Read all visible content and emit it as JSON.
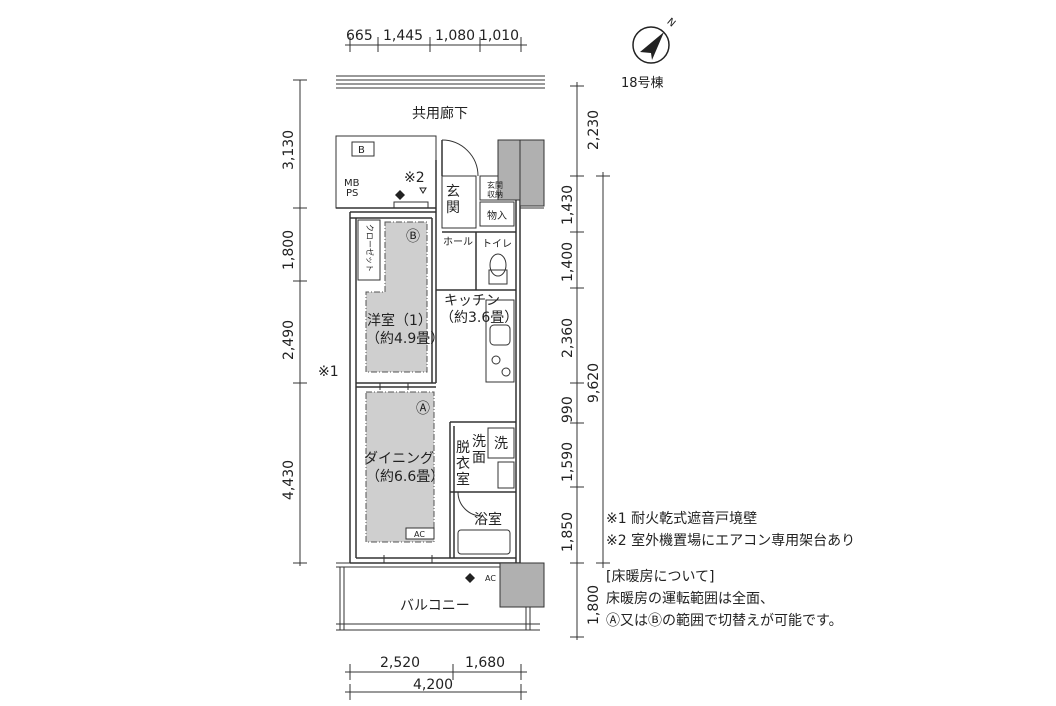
{
  "building": "18号棟",
  "north": "N",
  "corridor": "共用廊下",
  "balcony": "バルコニー",
  "rooms": {
    "western": "洋室（1）",
    "western_area": "（約4.9畳）",
    "dining": "ダイニング",
    "dining_area": "（約6.6畳）",
    "kitchen": "キッチン",
    "kitchen_area": "（約3.6畳）",
    "entrance_1": "玄",
    "entrance_2": "関",
    "hall": "ホール",
    "toilet": "トイレ",
    "closet": "クローゼット",
    "storage": "物入",
    "genkan_storage_1": "玄関",
    "genkan_storage_2": "収納",
    "dressing": [
      "洗",
      "面",
      "脱",
      "衣",
      "室"
    ],
    "washer": "洗",
    "bath": "浴室",
    "mbps_1": "MB",
    "mbps_2": "PS",
    "b_box": "B",
    "ac": "AC",
    "zone_a": "Ⓐ",
    "zone_b": "Ⓑ",
    "mark1": "※1",
    "mark2": "※2"
  },
  "dims": {
    "top": [
      "665",
      "1,445",
      "1,080",
      "1,010"
    ],
    "left": [
      "3,130",
      "1,800",
      "2,490",
      "4,430"
    ],
    "right": [
      "2,230",
      "1,430",
      "1,400",
      "2,360",
      "990",
      "1,590",
      "1,850",
      "1,800"
    ],
    "right_total": "9,620",
    "bottom": [
      "2,520",
      "1,680"
    ],
    "bottom_total": "4,200"
  },
  "notes": {
    "n1": "※1 耐火乾式遮音戸境壁",
    "n2": "※2 室外機置場にエアコン専用架台あり",
    "heading": "[床暖房について]",
    "l1": "床暖房の運転範囲は全面、",
    "l2": "Ⓐ又はⒷの範囲で切替えが可能です。"
  }
}
